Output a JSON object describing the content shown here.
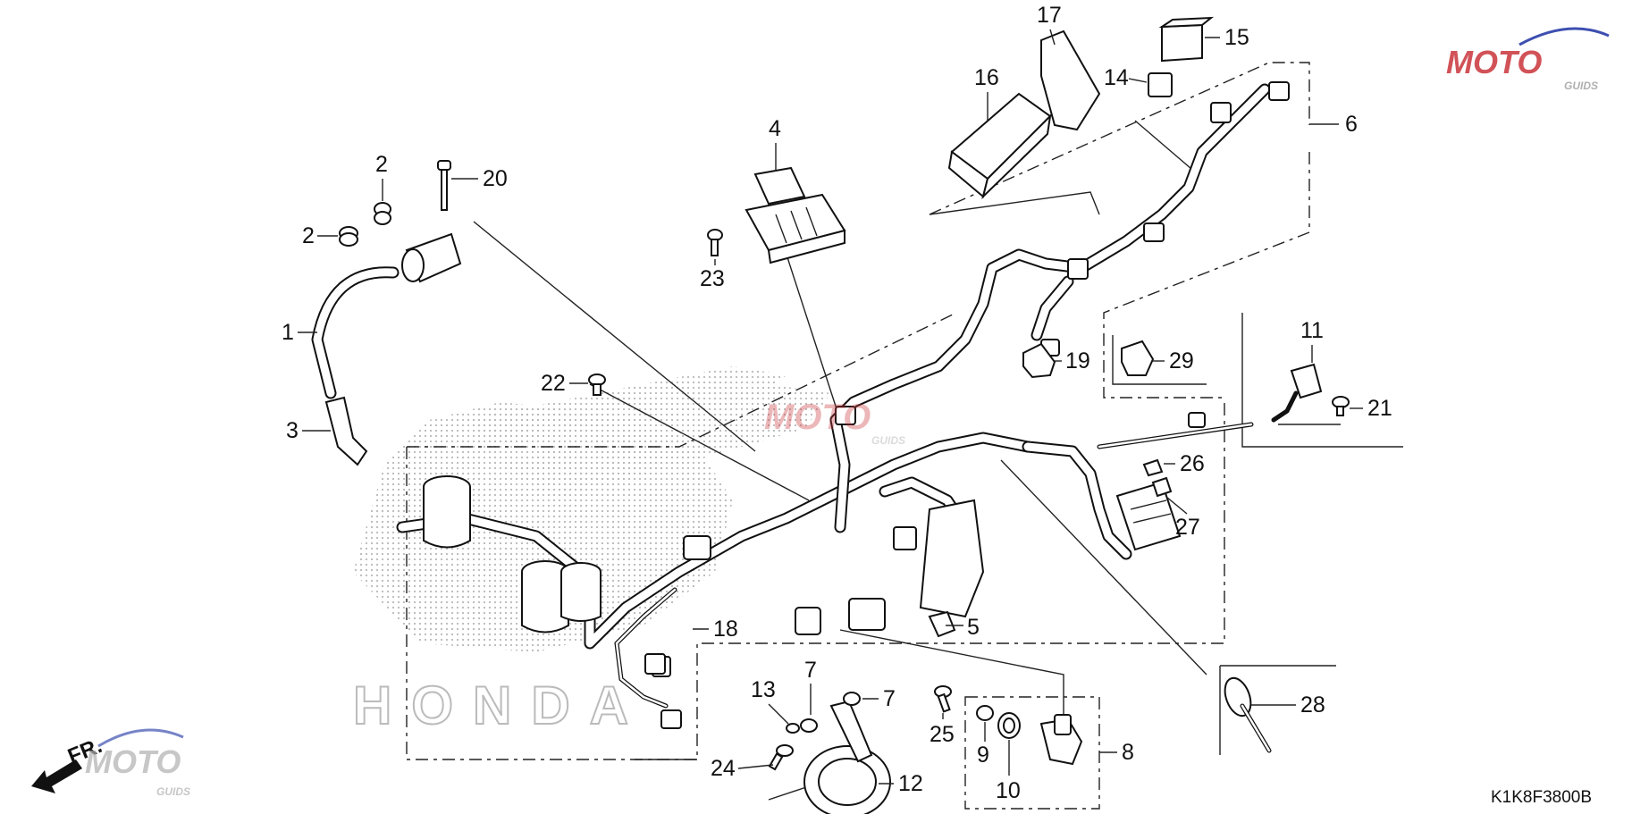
{
  "diagram_code": "K1K8F3800B",
  "front_label": "FR.",
  "watermark": {
    "brand": "MOTO",
    "sub": "GUIDS",
    "colors": {
      "red": "#c9353a",
      "blue": "#3d4fb0",
      "grey": "#b0b0b0"
    }
  },
  "background_text": "HONDA",
  "callouts": {
    "n1": "1",
    "n2a": "2",
    "n2b": "2",
    "n3": "3",
    "n4": "4",
    "n5": "5",
    "n6": "6",
    "n7a": "7",
    "n7b": "7",
    "n8": "8",
    "n9": "9",
    "n10": "10",
    "n11": "11",
    "n12": "12",
    "n13": "13",
    "n14": "14",
    "n15": "15",
    "n16": "16",
    "n17": "17",
    "n18": "18",
    "n19": "19",
    "n20": "20",
    "n21": "21",
    "n22": "22",
    "n23": "23",
    "n24": "24",
    "n25": "25",
    "n26": "26",
    "n27": "27",
    "n28": "28",
    "n29": "29"
  }
}
